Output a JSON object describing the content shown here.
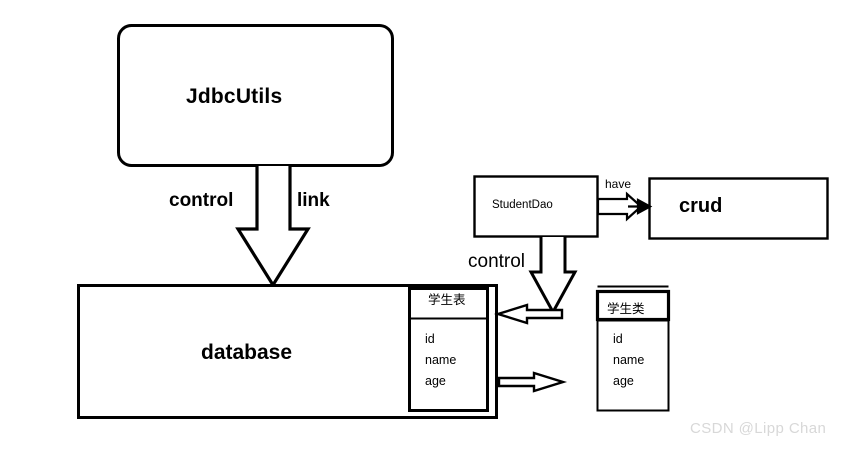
{
  "diagram": {
    "title_text": "",
    "background_color": "#ffffff",
    "stroke_color": "#000000",
    "nodes": {
      "jdbc_utils": {
        "label": "JdbcUtils"
      },
      "database": {
        "label": "database"
      },
      "student_dao": {
        "label": "StudentDao"
      },
      "crud": {
        "label": "crud"
      },
      "student_table": {
        "title": "学生表",
        "fields": [
          "id",
          "name",
          "age"
        ]
      },
      "student_class": {
        "title": "学生类",
        "fields": [
          "id",
          "name",
          "age"
        ]
      }
    },
    "edges": {
      "jdbc_to_database_left": {
        "label": "control"
      },
      "jdbc_to_database_right": {
        "label": "link"
      },
      "dao_to_crud": {
        "label": "have"
      },
      "dao_to_table": {
        "label": "control"
      }
    },
    "watermark": {
      "text": "CSDN @Lipp Chan",
      "color": "#d8d8d8"
    }
  }
}
